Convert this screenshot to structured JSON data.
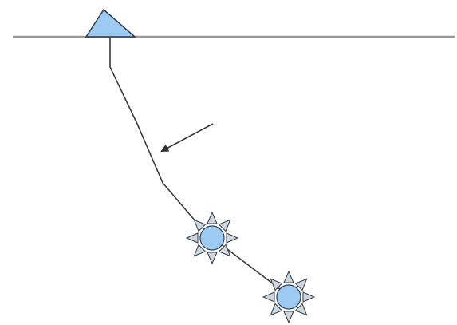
{
  "diagram": {
    "type": "schematic",
    "colors": {
      "surface_line": "#9a9a9a",
      "structure_fill": "#9ecbf4",
      "structure_stroke": "#2f3b4a",
      "cable": "#3a3a3a",
      "float_fill": "#9ecbf4",
      "float_spike_fill": "#cfd6de",
      "float_stroke": "#2f3b4a",
      "arrow": "#333333"
    },
    "elements": [
      {
        "name": "surface-line",
        "kind": "horizontal line"
      },
      {
        "name": "surface-buoy-icon",
        "kind": "triangle"
      },
      {
        "name": "mooring-cable",
        "kind": "polyline"
      },
      {
        "name": "direction-arrow-icon",
        "kind": "arrow"
      },
      {
        "name": "float-1-icon",
        "kind": "spiked circle"
      },
      {
        "name": "float-2-icon",
        "kind": "spiked circle"
      }
    ]
  }
}
